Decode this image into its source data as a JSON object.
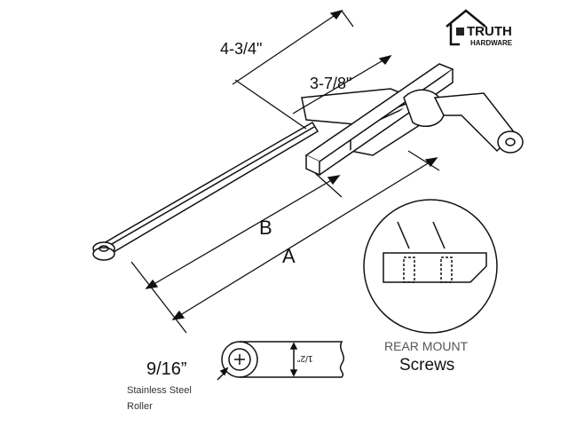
{
  "logo": {
    "line1": "TRUTH",
    "line2": "HARDWARE"
  },
  "dimensions": {
    "d1": "4-3/4\"",
    "d2": "3-7/8\"",
    "b": "B",
    "a": "A",
    "roller_height": "1/2\""
  },
  "roller": {
    "size": "9/16”",
    "caption_line1": "Stainless Steel",
    "caption_line2": "Roller"
  },
  "detail": {
    "label": "REAR MOUNT",
    "sublabel": "Screws"
  }
}
